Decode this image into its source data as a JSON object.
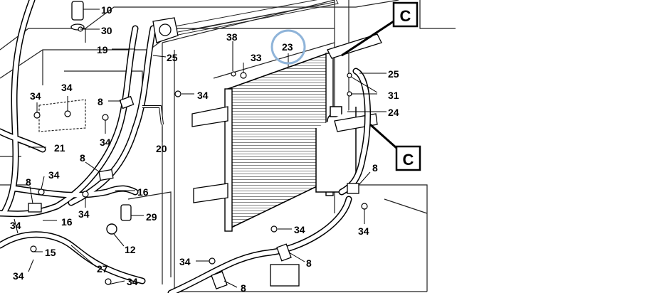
{
  "diagram": {
    "callouts": {
      "c_top": "C",
      "c_right": "C",
      "n10": "10",
      "n30": "30",
      "n19": "19",
      "n25a": "25",
      "n38": "38",
      "n33": "33",
      "n23": "23",
      "n25b": "25",
      "n31": "31",
      "n24": "24",
      "n34a": "34",
      "n34b": "34",
      "n8a": "8",
      "n34c": "34",
      "n34d": "34",
      "n21": "21",
      "n20": "20",
      "n8b": "8",
      "n34e": "34",
      "n8c": "8",
      "n16a": "16",
      "n34f": "34",
      "n29": "29",
      "n16b": "16",
      "n34g": "34",
      "n15": "15",
      "n12": "12",
      "n27": "27",
      "n34h": "34",
      "n34i": "34",
      "n34j": "34",
      "n8d": "8",
      "n8e": "8",
      "n34k": "34",
      "n34l": "34",
      "n8f": "8"
    },
    "highlight_color": "#8fb4d9"
  }
}
